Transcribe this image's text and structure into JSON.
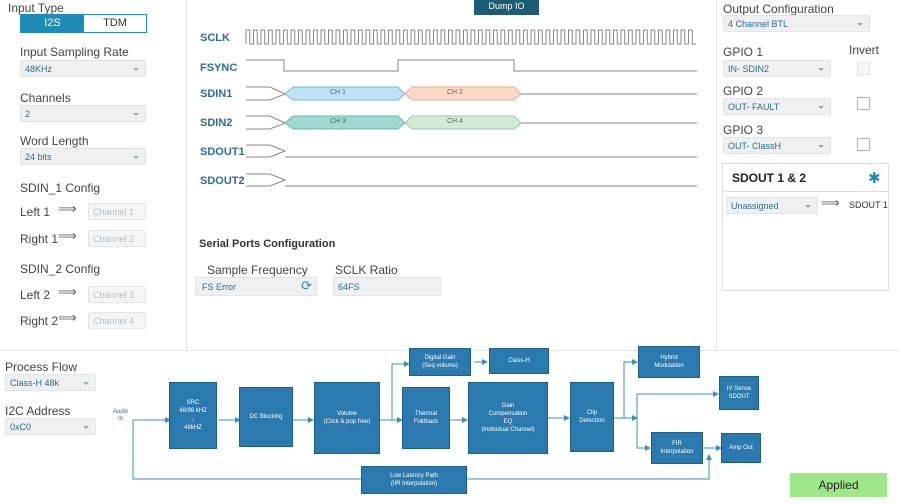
{
  "left_panel": {
    "input_type_label": "Input Type",
    "i2s_label": "I2S",
    "tdm_label": "TDM",
    "sampling_rate_label": "Input Sampling Rate",
    "sampling_rate_value": "48KHz",
    "channels_label": "Channels",
    "channels_value": "2",
    "word_length_label": "Word Length",
    "word_length_value": "24 bits",
    "sdin1_config_label": "SDIN_1 Config",
    "left1_label": "Left 1",
    "left1_value": "Channel 1",
    "right1_label": "Right 1",
    "right1_value": "Channel 2",
    "sdin2_config_label": "SDIN_2 Config",
    "left2_label": "Left 2",
    "left2_value": "Channel 3",
    "right2_label": "Right 2",
    "right2_value": "Channel 4"
  },
  "timing": {
    "dump_io_label": "Dump IO",
    "sclk": "SCLK",
    "fsync": "FSYNC",
    "sdin1": "SDIN1",
    "sdin2": "SDIN2",
    "sdout1": "SDOUT1",
    "sdout2": "SDOUT2",
    "ch1": "CH 1",
    "ch2": "CH 2",
    "ch3": "CH 3",
    "ch4": "CH 4"
  },
  "serial_ports": {
    "title": "Serial Ports Configuration",
    "sample_freq_label": "Sample Frequency",
    "sample_freq_value": "FS Error",
    "sclk_ratio_label": "SCLK Ratio",
    "sclk_ratio_value": "64FS"
  },
  "right_panel": {
    "output_config_label": "Output Configuration",
    "output_config_value": "4 Channel BTL",
    "gpio1_label": "GPIO 1",
    "invert_label": "Invert",
    "gpio1_value": "IN- SDIN2",
    "gpio2_label": "GPIO 2",
    "gpio2_value": "OUT- FAULT",
    "gpio3_label": "GPIO 3",
    "gpio3_value": "OUT- ClassH",
    "sdout_title": "SDOUT 1 & 2",
    "unassigned_value": "Unassigned",
    "sdout1_target": "SDOUT 1"
  },
  "bottom_left": {
    "process_flow_label": "Process Flow",
    "process_flow_value": "Class-H 48k",
    "i2c_label": "I2C Address",
    "i2c_value": "0xC0"
  },
  "flow": {
    "audio_in": "Audio\nIn",
    "src": "SRC\n48/96 kHZ\n↓\n48kHZ",
    "dc_blocking": "DC Blocking",
    "volume": "Volume\n(Click & pop free)",
    "digital_gain": "Digital Gain\n(Seq volume)",
    "class_h": "Class-H",
    "thermal_foldback": "Thermal\nFoldback",
    "gain_comp": "Gain\nCompensation\nEQ\n(Individual Channel)",
    "clip_detection": "Clip\nDetection",
    "hybrid_modulation": "Hybrid\nModulation",
    "iv_sense": "IV Sense\nSDOUT",
    "fir_interpolation": "FIR\nInterpolation",
    "amp_out": "Amp Out",
    "low_latency": "Low Latency Path\n(IIR Interpolation)"
  },
  "status": {
    "applied_label": "Applied"
  },
  "colors": {
    "accent": "#1f8bb8",
    "block": "#2a7ab0",
    "applied_bg": "#9ee88a",
    "ch_blue": "#bde2f6",
    "ch_orange": "#fbd9c6",
    "ch_teal": "#9fd9cf",
    "ch_green": "#d2ebd4"
  }
}
